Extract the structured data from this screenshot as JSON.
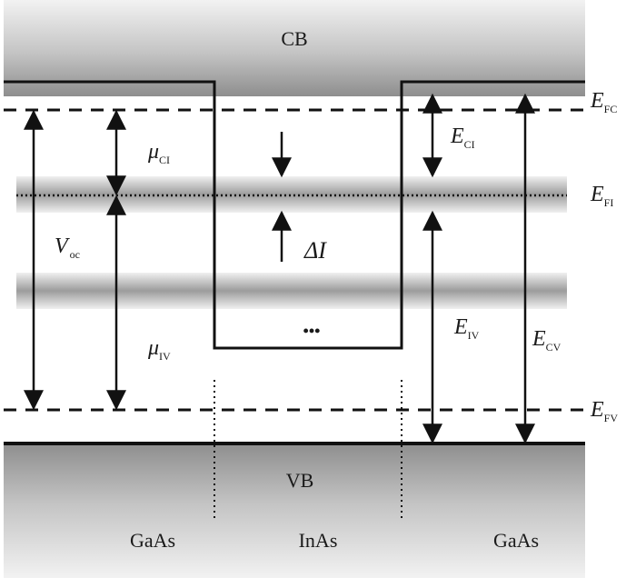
{
  "regions": {
    "conduction_band": "CB",
    "valence_band": "VB",
    "left_material": "GaAs",
    "middle_material": "InAs",
    "right_material": "GaAs"
  },
  "levels": {
    "efc": {
      "symbol": "E",
      "sub": "FC"
    },
    "efi": {
      "symbol": "E",
      "sub": "FI"
    },
    "efv": {
      "symbol": "E",
      "sub": "FV"
    }
  },
  "arrows": {
    "voc": {
      "symbol": "V",
      "sub": "oc"
    },
    "mu_ci": {
      "symbol": "μ",
      "sub": "CI"
    },
    "mu_iv": {
      "symbol": "μ",
      "sub": "IV"
    },
    "e_ci": {
      "symbol": "E",
      "sub": "CI"
    },
    "e_iv": {
      "symbol": "E",
      "sub": "IV"
    },
    "e_cv": {
      "symbol": "E",
      "sub": "CV"
    },
    "delta_i": "ΔI"
  },
  "ellipsis": "•••",
  "colors": {
    "line": "#111111",
    "band_dark": "#9a9a9a",
    "band_light": "#f4f4f4"
  }
}
